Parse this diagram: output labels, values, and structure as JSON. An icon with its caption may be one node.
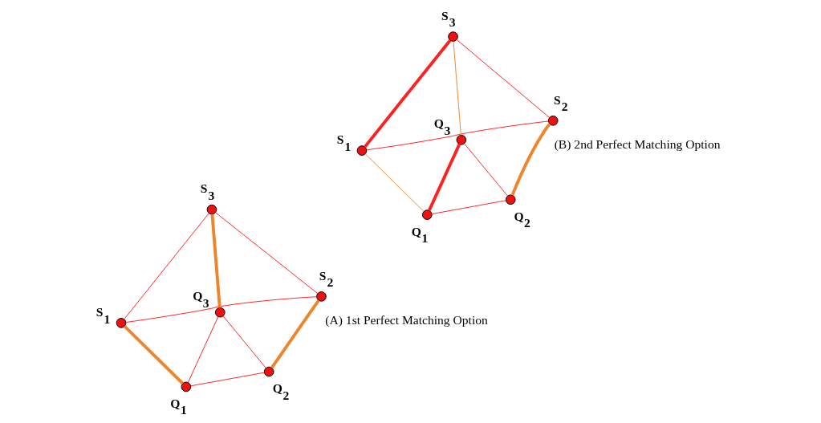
{
  "diagram": {
    "nodes": [
      {
        "text": [],
        "shape": "circle",
        "beside": [
          "S$_{1}$"
        ]
      },
      {
        "text": [],
        "shape": "circle",
        "beside": [
          "S$_{2}$"
        ]
      },
      {
        "text": [],
        "shape": "circle",
        "beside": [
          "S$_{3}$"
        ]
      },
      {
        "text": [],
        "shape": "circle",
        "beside": [
          "Q$_{1}$"
        ]
      },
      {
        "text": [],
        "shape": "circle",
        "beside": [
          "Q$_{2}$"
        ]
      },
      {
        "text": [],
        "shape": "circle",
        "beside": [
          "Q$_{3}$"
        ]
      },
      {
        "text": [],
        "shape": "circle",
        "beside": [
          "S$_{1}$"
        ]
      },
      {
        "text": [],
        "shape": "circle",
        "beside": [
          "S$_{2}$"
        ]
      },
      {
        "text": [],
        "shape": "circle",
        "beside": [
          "S$_{3}$"
        ]
      },
      {
        "text": [],
        "shape": "circle",
        "beside": [
          "Q$_{1}$"
        ]
      },
      {
        "text": [],
        "shape": "circle",
        "beside": [
          "Q$_{2}$"
        ]
      },
      {
        "text": [],
        "shape": "circle",
        "beside": [
          "Q$_{3}$"
        ]
      }
    ],
    "edges": [
      {
        "from": 0,
        "to": 2,
        "arrow": "none"
      },
      {
        "from": 2,
        "to": 1,
        "arrow": "none"
      },
      {
        "from": 1,
        "to": 0,
        "arrow": "none"
      },
      {
        "from": 3,
        "to": 5,
        "arrow": "none"
      },
      {
        "from": 3,
        "to": 4,
        "arrow": "none"
      },
      {
        "from": 5,
        "to": 4,
        "arrow": "none"
      },
      {
        "from": 0,
        "to": 3,
        "arrow": "none",
        "style": "thick",
        "color": "#f0842a"
      },
      {
        "from": 2,
        "to": 5,
        "arrow": "none",
        "style": "thick",
        "color": "#f0842a"
      },
      {
        "from": 4,
        "to": 1,
        "arrow": "none",
        "style": "thick",
        "color": "#f0842a"
      },
      {
        "from": 6,
        "to": 8,
        "arrow": "none",
        "style": "thick"
      },
      {
        "from": 8,
        "to": 7,
        "arrow": "none"
      },
      {
        "from": 7,
        "to": 6,
        "arrow": "none"
      },
      {
        "from": 9,
        "to": 11,
        "arrow": "none",
        "style": "thick"
      },
      {
        "from": 9,
        "to": 10,
        "arrow": "none"
      },
      {
        "from": 11,
        "to": 10,
        "arrow": "none"
      },
      {
        "from": 6,
        "to": 9,
        "arrow": "none",
        "color": "#f0842a"
      },
      {
        "from": 8,
        "to": 11,
        "arrow": "none",
        "color": "#f0842a"
      },
      {
        "from": 10,
        "to": 7,
        "arrow": "none",
        "style": "thick",
        "color": "#f0842a"
      }
    ],
    "labels": [
      "(A) 1st Perfect Matching Option",
      "(B) 2nd Perfect Matching Option"
    ]
  }
}
